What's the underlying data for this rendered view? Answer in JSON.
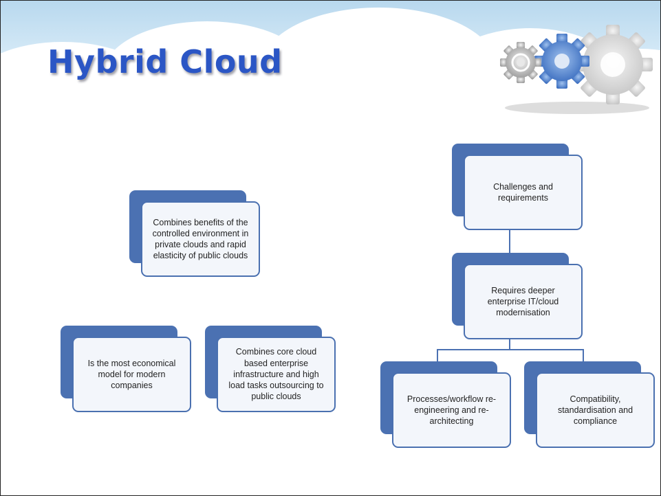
{
  "slide": {
    "title": "Hybrid Cloud"
  },
  "left_nodes": {
    "benefits": "Combines benefits of the controlled environment in private clouds and rapid elasticity of public clouds",
    "economical": "Is the most economical model for modern companies",
    "core": "Combines core cloud based enterprise infrastructure and high load tasks outsourcing to public clouds"
  },
  "right_tree": {
    "root": "Challenges and requirements",
    "middle": "Requires deeper enterprise IT/cloud modernisation",
    "leaf_left": "Processes/workflow re-engineering and re-architecting",
    "leaf_right": "Compatibility, standardisation and compliance"
  },
  "colors": {
    "title": "#2b56c5",
    "node_back": "#4b71b2",
    "node_front": "#f3f6fb",
    "node_border": "#4a70b0"
  },
  "icons": [
    "gears-icon"
  ]
}
